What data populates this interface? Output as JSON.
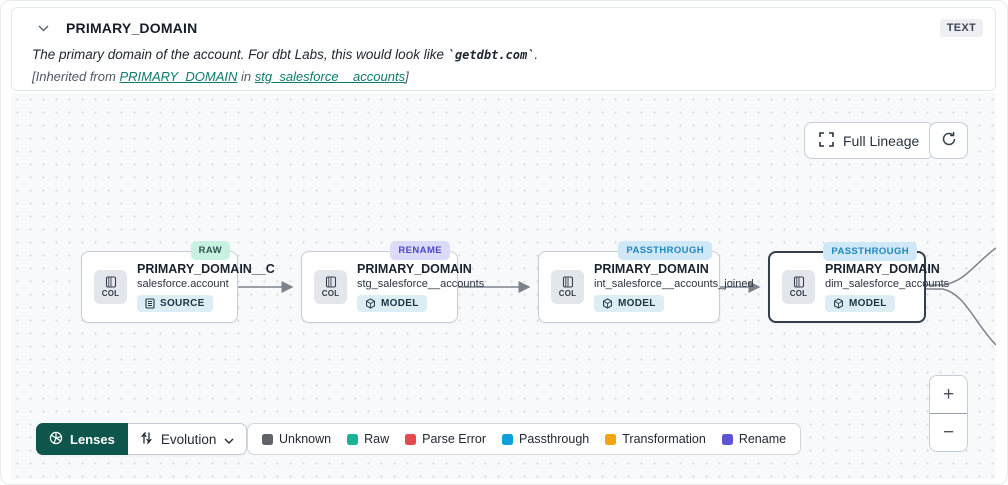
{
  "header": {
    "title": "PRIMARY_DOMAIN",
    "type_badge": "TEXT",
    "description_prefix": "The primary domain of the account. For dbt Labs, this would look like ",
    "description_code": "`getdbt.com`",
    "description_suffix": ".",
    "inherited_prefix": "[Inherited from ",
    "inherited_link1": "PRIMARY_DOMAIN",
    "inherited_middle": " in ",
    "inherited_link2": "stg_salesforce__accounts",
    "inherited_suffix": "]"
  },
  "canvas_controls": {
    "full_lineage_label": "Full Lineage",
    "zoom_in_label": "+",
    "zoom_out_label": "−"
  },
  "nodes": [
    {
      "title": "PRIMARY_DOMAIN__C",
      "subtitle": "salesforce.account",
      "resource_type": "SOURCE",
      "status": "RAW",
      "chip_label": "COL",
      "selected": false
    },
    {
      "title": "PRIMARY_DOMAIN",
      "subtitle": "stg_salesforce__accounts",
      "resource_type": "MODEL",
      "status": "RENAME",
      "chip_label": "COL",
      "selected": false
    },
    {
      "title": "PRIMARY_DOMAIN",
      "subtitle": "int_salesforce__accounts_joined",
      "resource_type": "MODEL",
      "status": "PASSTHROUGH",
      "chip_label": "COL",
      "selected": false
    },
    {
      "title": "PRIMARY_DOMAIN",
      "subtitle": "dim_salesforce_accounts",
      "resource_type": "MODEL",
      "status": "PASSTHROUGH",
      "chip_label": "COL",
      "selected": true
    }
  ],
  "toolbar": {
    "lenses_label": "Lenses",
    "lens_selected": "Evolution"
  },
  "legend": {
    "items": [
      {
        "label": "Unknown",
        "color": "#5f6368"
      },
      {
        "label": "Raw",
        "color": "#18b296"
      },
      {
        "label": "Parse Error",
        "color": "#e5484d"
      },
      {
        "label": "Passthrough",
        "color": "#0e9fd8"
      },
      {
        "label": "Transformation",
        "color": "#f2a50c"
      },
      {
        "label": "Rename",
        "color": "#5b55d6"
      }
    ]
  },
  "colors": {
    "accent_teal_link": "#0e7a6e",
    "lenses_button_bg": "#0e554c",
    "canvas_bg": "#f8f9fb",
    "raw_badge_bg": "#c7f2e2",
    "rename_badge_bg": "#dbdaf8",
    "passthrough_badge_bg": "#cfe8f8",
    "edge_color": "#7d838c"
  }
}
